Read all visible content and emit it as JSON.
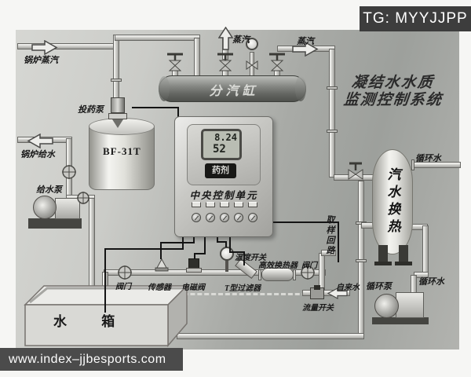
{
  "overlay": {
    "tg_badge": "TG: MYYJJPP",
    "site_url": "www.index–jjbesports.com"
  },
  "title": {
    "line1": "凝结水水质",
    "line2": "监测控制系统"
  },
  "control_unit": {
    "lcd_top": "8.24",
    "lcd_bottom": "52",
    "badge_label": "药剂",
    "name_label": "中央控制单元"
  },
  "labels": {
    "boiler_steam": "锅炉蒸汽",
    "boiler_feedwater": "锅炉给水",
    "dosing_pump": "投药泵",
    "dosing_tank_model": "BF-31T",
    "feedwater_pump": "给水泵",
    "steam_header": "分汽缸",
    "steam_vent": "蒸汽",
    "steam_out": "蒸汽",
    "valve_left": "阀门",
    "sensor": "传感器",
    "solenoid_valve": "电磁阀",
    "temperature_switch": "温度开关",
    "t_filter": "T型过滤器",
    "hx_inline": "高效换热器",
    "valve_right": "阀门",
    "tap_water": "自来水",
    "flow_switch": "流量开关",
    "sampling_loop": "取样回路",
    "steam_water_hx": "汽水换热",
    "circ_water_top": "循环水",
    "circ_water_bottom": "循环水",
    "circ_pump": "循环泵",
    "water_tank": "水箱"
  },
  "colors": {
    "pipe_light": "#e8e8e4",
    "header_tank_dark": "#5f615d",
    "wire_black": "#141414",
    "badge_bg": "#3d3d3d",
    "diagram_bg": "#a8aaa6"
  }
}
